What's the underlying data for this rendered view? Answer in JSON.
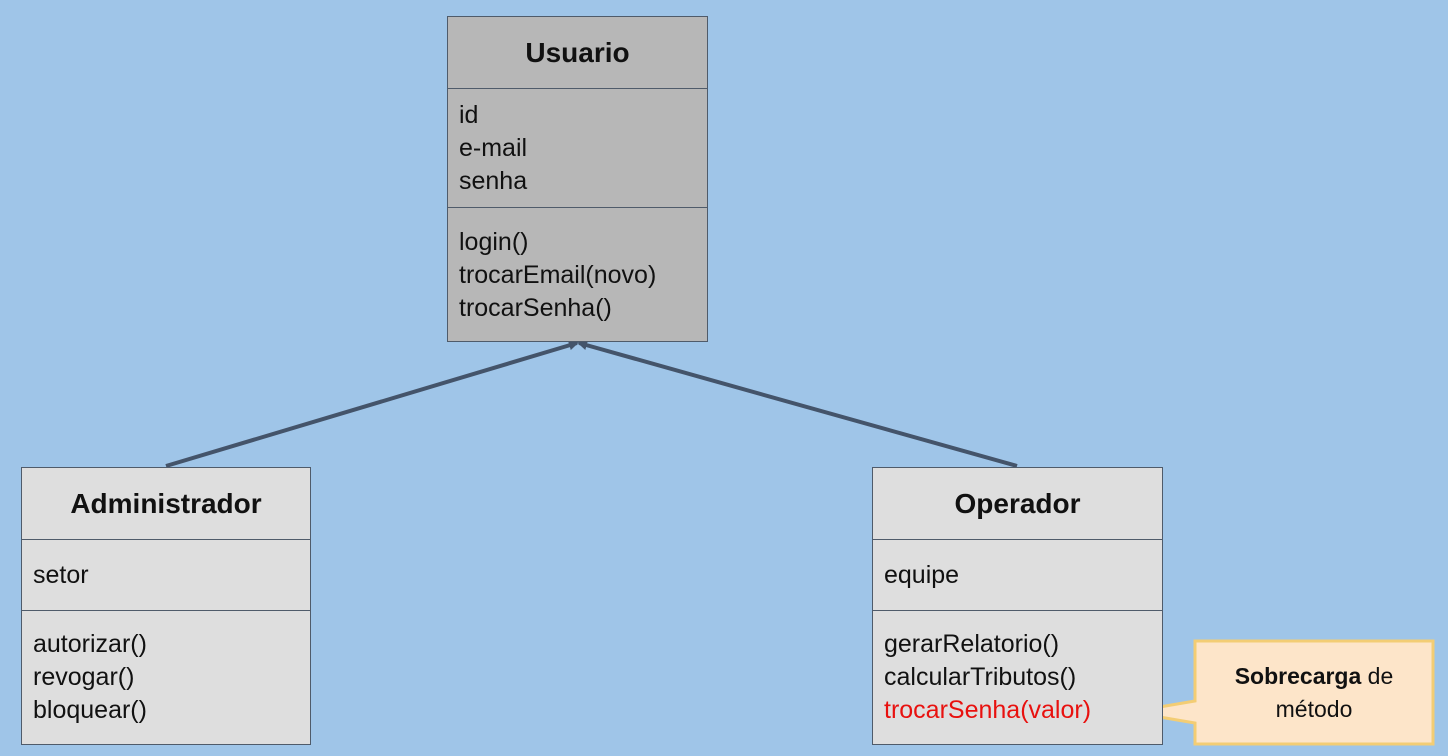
{
  "classes": {
    "usuario": {
      "name": "Usuario",
      "attributes": [
        "id",
        "e-mail",
        "senha"
      ],
      "methods": [
        "login()",
        "trocarEmail(novo)",
        "trocarSenha()"
      ]
    },
    "administrador": {
      "name": "Administrador",
      "attributes": [
        "setor"
      ],
      "methods": [
        "autorizar()",
        "revogar()",
        "bloquear()"
      ]
    },
    "operador": {
      "name": "Operador",
      "attributes": [
        "equipe"
      ],
      "methods": [
        "gerarRelatorio()",
        "calcularTributos()",
        "trocarSenha(valor)"
      ]
    }
  },
  "note": {
    "bold_text": "Sobrecarga",
    "text_after_bold": "de",
    "second_line": "método"
  },
  "colors": {
    "background": "#9fc5e8",
    "parent_class_fill": "#b7b7b7",
    "child_class_fill": "#dedede",
    "connector": "#44546a",
    "highlight_text": "#e8110f",
    "note_fill": "#fde5c9",
    "note_border": "#f3cd74"
  }
}
